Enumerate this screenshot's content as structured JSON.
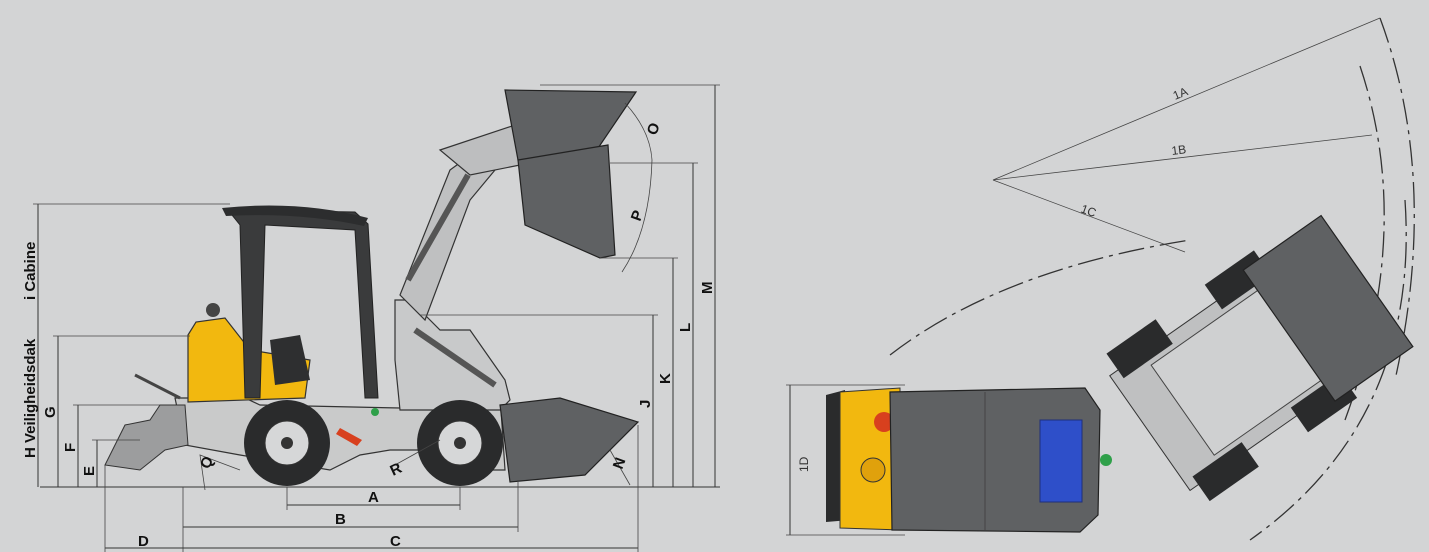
{
  "side_view": {
    "dimension_labels": {
      "a": "A",
      "b": "B",
      "c": "C",
      "d": "D",
      "e": "E",
      "f": "F",
      "g": "G",
      "h": "H Veiligheidsdak",
      "i": "i Cabine",
      "j": "J",
      "k": "K",
      "l": "L",
      "m": "M",
      "n": "N",
      "o": "O",
      "p": "P",
      "q": "Q",
      "r": "R"
    }
  },
  "top_view": {
    "dimension_labels": {
      "1a": "1A",
      "1b": "1B",
      "1c": "1C",
      "1d": "1D"
    }
  },
  "colors": {
    "background": "#d3d4d5",
    "machine_yellow": "#f2b80f",
    "body_dark": "#5f6163",
    "frame_light": "#cfd0d1",
    "tire": "#2a2b2c",
    "seat_blue": "#2e4fc9",
    "indicator_red": "#d8401e",
    "indicator_green": "#2fa04a"
  }
}
